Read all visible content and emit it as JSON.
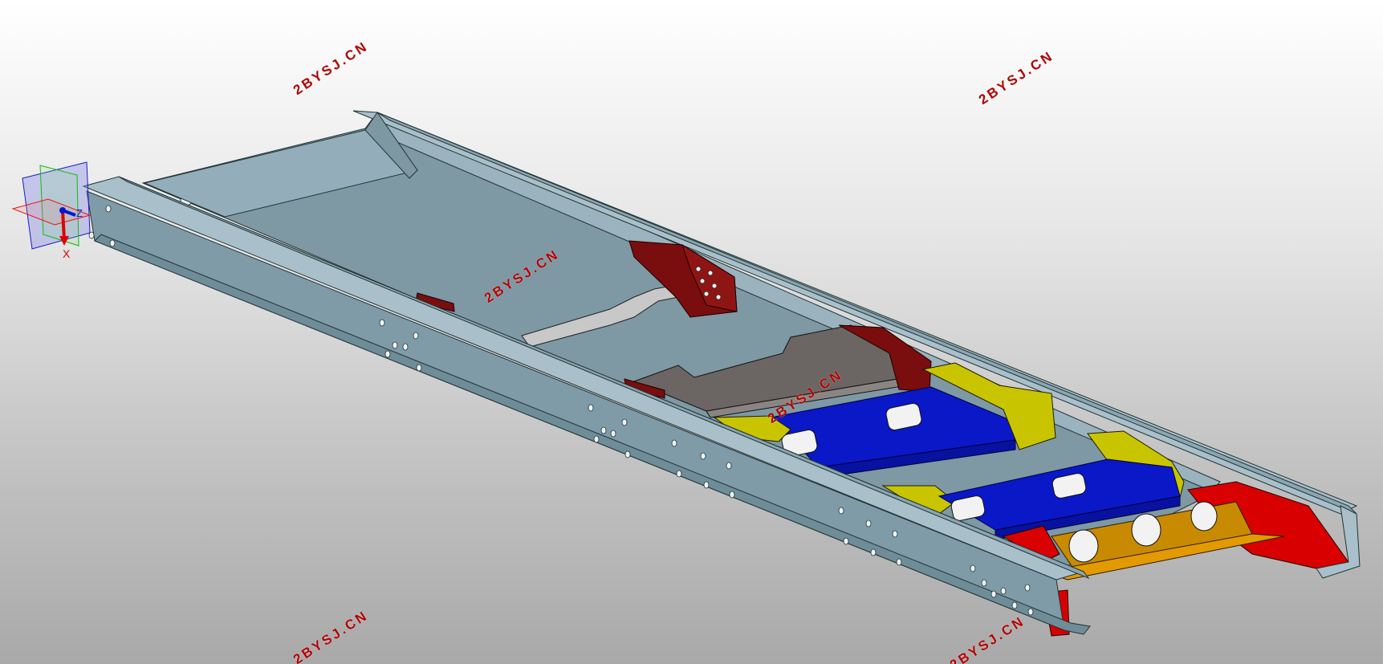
{
  "viewport": {
    "watermark_text": "2BYSJ.CN",
    "triad": {
      "x_label": "X",
      "z_label": "Z"
    }
  },
  "colors": {
    "rail": "#8aa6b2",
    "rail_dark": "#6f8c99",
    "rail_light": "#a9c0ca",
    "bracket_dark_red": "#7a0d0d",
    "crossmember_blue": "#0a18c8",
    "gusset_yellow": "#c9c400",
    "gusset_red": "#d80000",
    "crossmember_orange": "#c88a00",
    "plate_gray": "#6b6663",
    "pipe_light": "#c8c8c8",
    "watermark": "#b00000"
  }
}
